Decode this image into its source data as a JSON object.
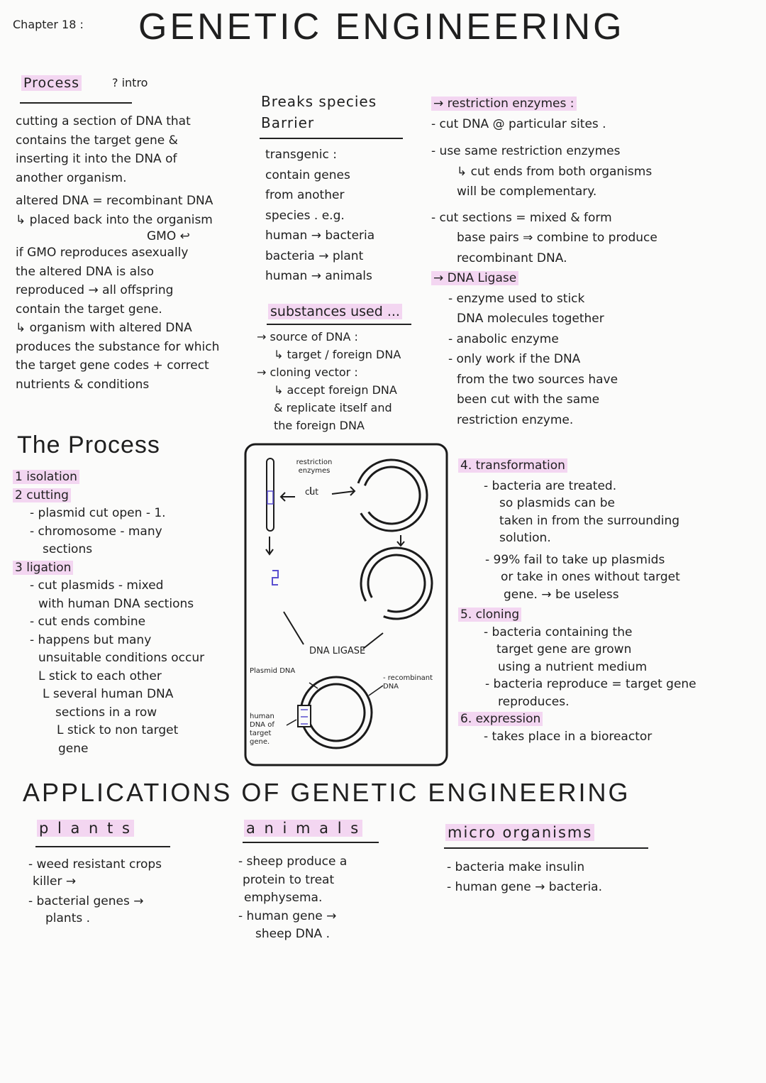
{
  "header": {
    "chapter": "Chapter 18 :",
    "title": "GENETIC ENGINEERING"
  },
  "process_intro": {
    "heading": "Process",
    "intro": "? intro",
    "lines": [
      "cutting a section of DNA that",
      "contains the target gene &",
      "inserting it into the DNA of",
      "another organism.",
      "altered DNA = recombinant DNA",
      "↳ placed back into the organism",
      "GMO ↩",
      "if GMO reproduces asexually",
      "the altered DNA is also",
      "reproduced → all offspring",
      "contain the target gene.",
      "↳ organism with altered DNA",
      "produces the substance for which",
      "the target gene codes + correct",
      "nutrients & conditions"
    ]
  },
  "species_barrier": {
    "heading_line1": "Breaks species",
    "heading_line2": "Barrier",
    "lines": [
      "transgenic :",
      "contain genes",
      "from another",
      "species . e.g.",
      "human → bacteria",
      "bacteria → plant",
      "human → animals"
    ]
  },
  "substances": {
    "heading": "substances used ...",
    "lines": [
      "→ source of DNA :",
      "↳ target / foreign DNA",
      "→ cloning vector :",
      "↳ accept foreign DNA",
      "& replicate itself and",
      "the foreign DNA"
    ]
  },
  "enzymes": {
    "lines": [
      "→ restriction enzymes :",
      "- cut DNA @ particular sites .",
      "- use same restriction enzymes",
      "↳ cut ends from both organisms",
      "will be complementary.",
      "- cut sections = mixed & form",
      "base pairs ⇒ combine to produce",
      "recombinant DNA.",
      "→ DNA Ligase",
      "- enzyme used to stick",
      "DNA molecules together",
      "- anabolic enzyme",
      "- only work if the DNA",
      "from the two sources have",
      "been cut with the same",
      "restriction enzyme."
    ]
  },
  "the_process": {
    "heading": "The Process",
    "lines": [
      "1 isolation",
      "2 cutting",
      "- plasmid cut open - 1.",
      "- chromosome - many",
      "sections",
      "3 ligation",
      "- cut plasmids - mixed",
      "with human DNA sections",
      "- cut ends combine",
      "- happens but many",
      "unsuitable conditions occur",
      "L stick to each other",
      "L several human DNA",
      "sections in a row",
      "L stick to non target",
      "gene"
    ]
  },
  "diagram": {
    "restriction_enzymes": "restriction enzymes",
    "cut": "cut",
    "dna_ligase": "DNA LIGASE",
    "plasmid_dna": "Plasmid DNA",
    "recombinant_dna": "- recombinant DNA",
    "human_dna": "human DNA of target gene."
  },
  "process_steps": {
    "lines": [
      "4. transformation",
      "- bacteria are treated.",
      "so plasmids can be",
      "taken in from the surrounding",
      "solution.",
      "- 99% fail to take up plasmids",
      "or take in ones without target",
      "gene. → be useless",
      "5. cloning",
      "- bacteria containing the",
      "target gene are grown",
      "using a nutrient medium",
      "- bacteria reproduce = target gene",
      "reproduces.",
      "6. expression",
      "- takes place in a bioreactor"
    ]
  },
  "applications": {
    "title": "APPLICATIONS OF GENETIC ENGINEERING",
    "plants": {
      "heading": "p l a n t s",
      "lines": [
        "- weed resistant crops",
        "killer →",
        "- bacterial genes →",
        "plants ."
      ]
    },
    "animals": {
      "heading": "a n i m a l s",
      "lines": [
        "- sheep produce a",
        "protein to treat",
        "emphysema.",
        "- human gene →",
        "sheep DNA ."
      ]
    },
    "micro": {
      "heading": "micro organisms",
      "lines": [
        "- bacteria make insulin",
        "- human gene → bacteria."
      ]
    }
  },
  "colors": {
    "highlight": "#f3d6f1",
    "ink": "#1f1f1f",
    "diagram_ink": "#1b1b1b",
    "diagram_accent": "#5a4fd0"
  }
}
